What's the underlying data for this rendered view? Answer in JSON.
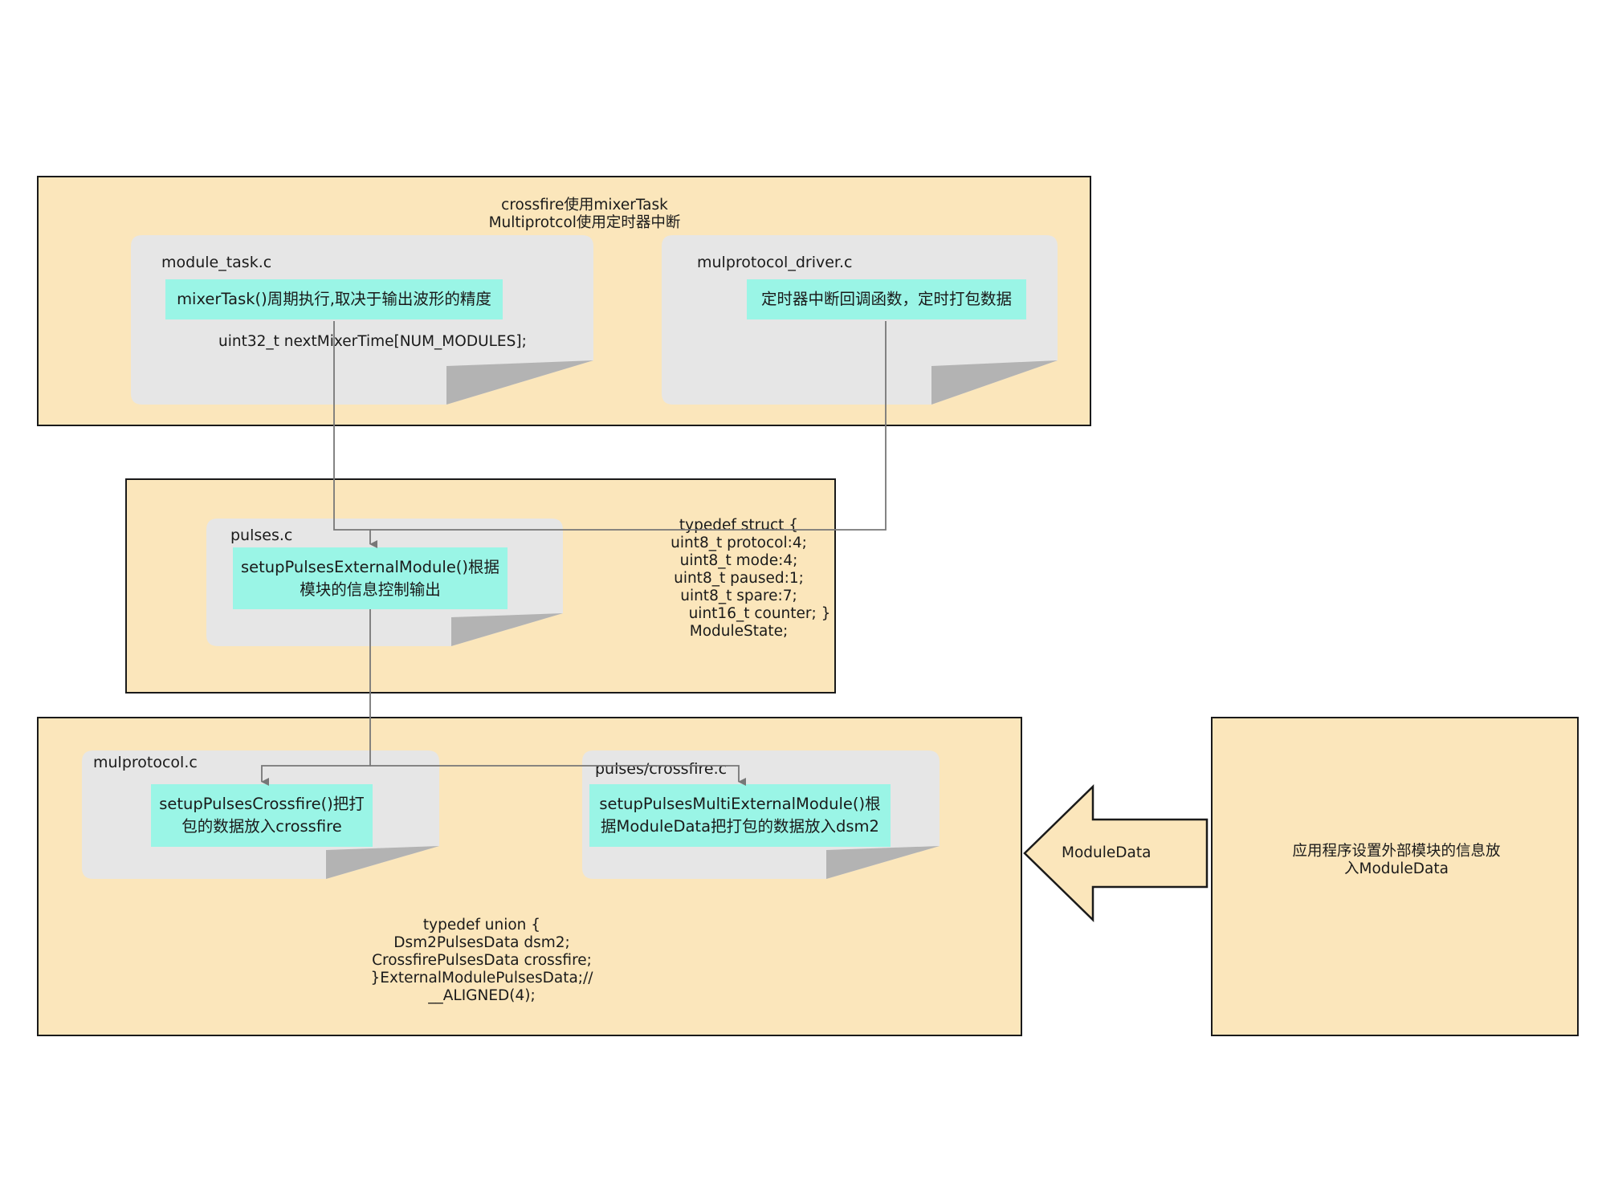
{
  "top_panel": {
    "caption_line1": "crossfire使用mixerTask",
    "caption_line2": "Multiprotcol使用定时器中断",
    "module_task": {
      "title": "module_task.c",
      "function": "mixerTask()周期执行,取决于输出波形的精度",
      "code": "uint32_t nextMixerTime[NUM_MODULES];"
    },
    "mulprotocol_driver": {
      "title": "mulprotocol_driver.c",
      "function": "定时器中断回调函数，定时打包数据"
    }
  },
  "middle_panel": {
    "pulses": {
      "title": "pulses.c",
      "function_line1": "setupPulsesExternalModule()根据",
      "function_line2": "模块的信息控制输出"
    },
    "struct_lines": [
      "typedef struct {",
      "uint8_t protocol:4;",
      "uint8_t mode:4;",
      "uint8_t paused:1;",
      "uint8_t spare:7;",
      "uint16_t counter;      }",
      "ModuleState;"
    ]
  },
  "bottom_panel": {
    "mulprotocol": {
      "title": "mulprotocol.c",
      "function_line1": "setupPulsesCrossfire()把打",
      "function_line2": "包的数据放入crossfire"
    },
    "crossfire": {
      "title": "pulses/crossfire.c",
      "function_line1": "setupPulsesMultiExternalModule()根",
      "function_line2": "据ModuleData把打包的数据放入dsm2"
    },
    "union_lines": [
      "typedef union {",
      "Dsm2PulsesData dsm2;",
      "CrossfirePulsesData crossfire;",
      "}ExternalModulePulsesData;//",
      "__ALIGNED(4);"
    ]
  },
  "arrow_label": "ModuleData",
  "app_panel": {
    "line1": "应用程序设置外部模块的信息放",
    "line2": "入ModuleData"
  },
  "colors": {
    "panel_fill": "#fbe6bb",
    "note_fill": "#e6e6e6",
    "note_fold": "#b3b3b3",
    "highlight": "#9af5e6",
    "connector": "#777777"
  }
}
